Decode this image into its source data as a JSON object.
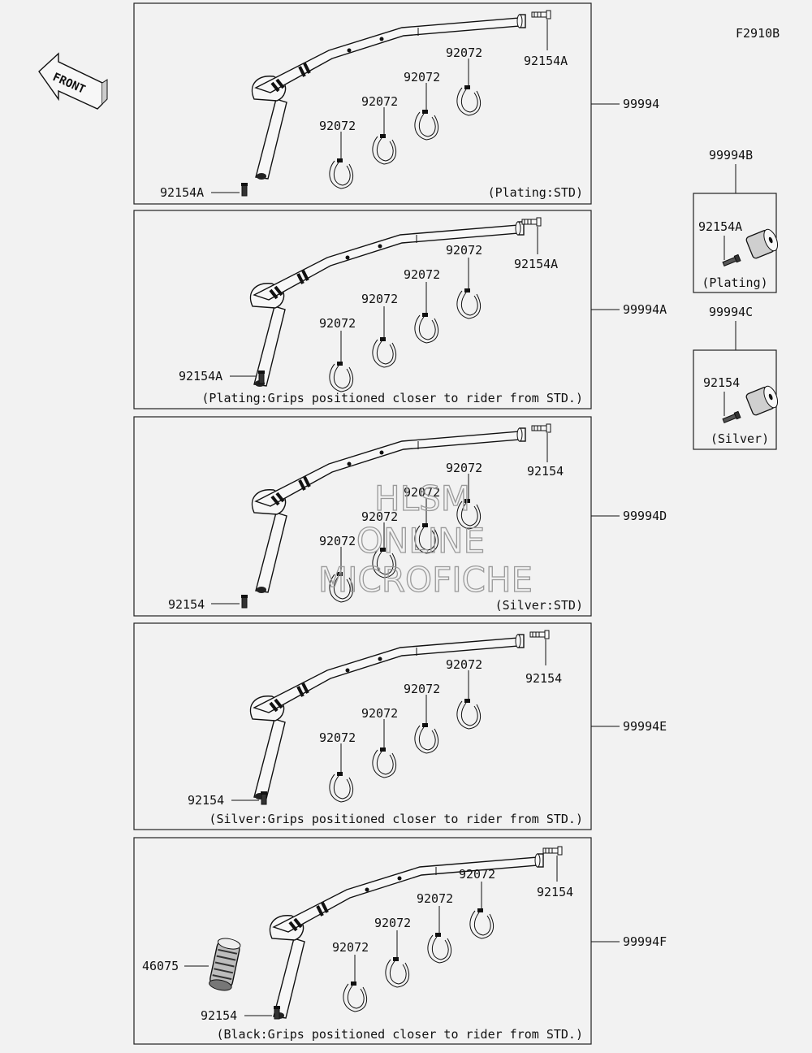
{
  "figure_code": "F2910B",
  "front_label": "FRONT",
  "clamp_label": "92072",
  "panels": [
    {
      "assembly": "99994",
      "screw_top": "92154A",
      "screw_bottom": "92154A",
      "note": "(Plating:STD)"
    },
    {
      "assembly": "99994A",
      "screw_top": "92154A",
      "screw_bottom": "92154A",
      "note": "(Plating:Grips positioned closer to rider from STD.)"
    },
    {
      "assembly": "99994D",
      "screw_top": "92154",
      "screw_bottom": "92154",
      "note": "(Silver:STD)"
    },
    {
      "assembly": "99994E",
      "screw_top": "92154",
      "screw_bottom": "92154",
      "note": "(Silver:Grips positioned closer to rider from STD.)"
    },
    {
      "assembly": "99994F",
      "screw_top": "92154",
      "screw_bottom": "92154",
      "note": "(Black:Grips positioned closer to rider from STD.)",
      "grip": "46075"
    }
  ],
  "side_panels": [
    {
      "assembly": "99994B",
      "screw": "92154A",
      "note": "(Plating)"
    },
    {
      "assembly": "99994C",
      "screw": "92154",
      "note": "(Silver)"
    }
  ],
  "watermark": [
    "HLSM",
    "ONLINE",
    "MICROFICHE"
  ]
}
